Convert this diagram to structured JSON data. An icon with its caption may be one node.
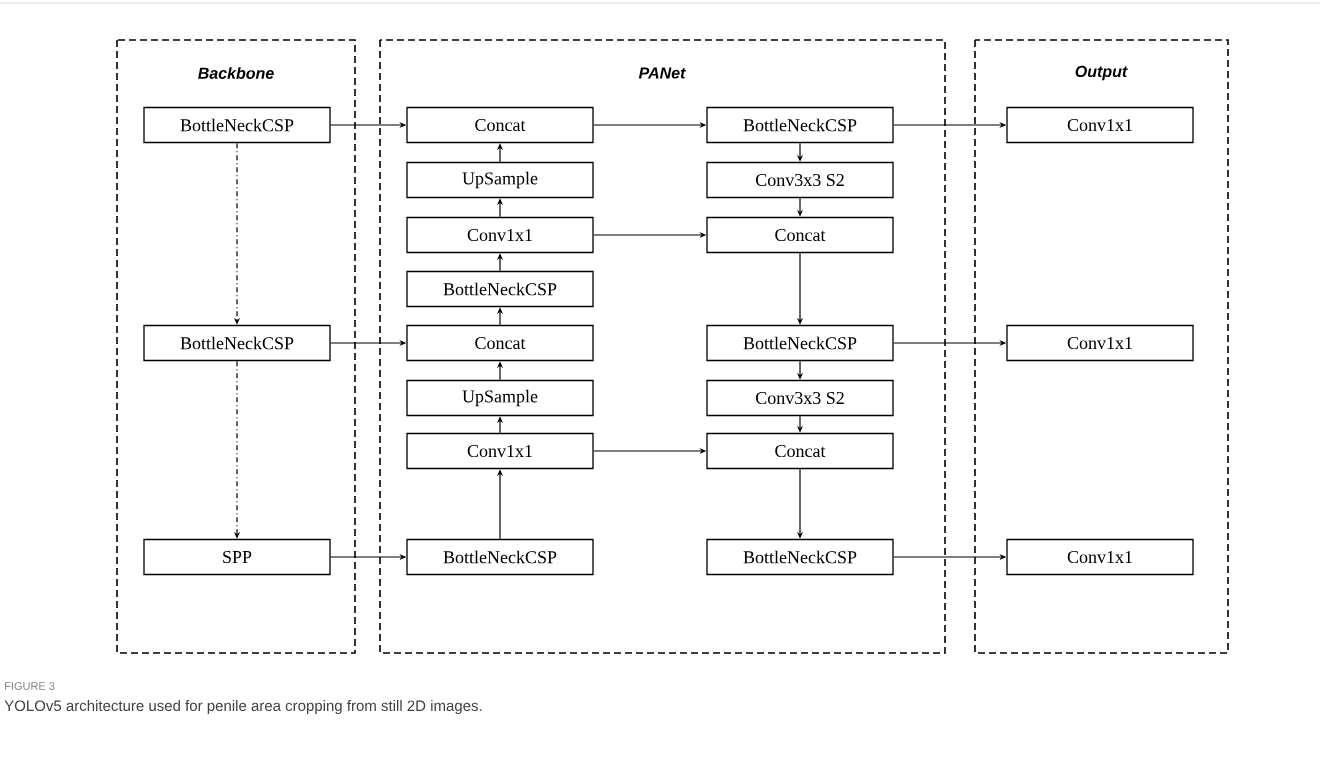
{
  "diagram": {
    "caption": "YOLOv5 architecture used for penile area cropping from still 2D images.",
    "nodes": [
      {
        "text": [
          "Backbone"
        ]
      },
      {
        "text": [
          "BottleNeckCSP"
        ],
        "in": 0
      },
      {
        "text": [
          "BottleNeckCSP"
        ],
        "in": 0
      },
      {
        "text": [
          "SPP"
        ],
        "in": 0
      },
      {
        "text": [
          "PANet"
        ]
      },
      {
        "text": [
          "Concat"
        ],
        "in": 4
      },
      {
        "text": [
          "UpSample"
        ],
        "in": 4
      },
      {
        "text": [
          "Conv1x1"
        ],
        "in": 4
      },
      {
        "text": [
          "BottleNeckCSP"
        ],
        "in": 4
      },
      {
        "text": [
          "Concat"
        ],
        "in": 4
      },
      {
        "text": [
          "UpSample"
        ],
        "in": 4
      },
      {
        "text": [
          "Conv1x1"
        ],
        "in": 4
      },
      {
        "text": [
          "BottleNeckCSP"
        ],
        "in": 4
      },
      {
        "text": [
          "BottleNeckCSP"
        ],
        "in": 4
      },
      {
        "text": [
          "Conv3x3 S2"
        ],
        "in": 4
      },
      {
        "text": [
          "Concat"
        ],
        "in": 4
      },
      {
        "text": [
          "BottleNeckCSP"
        ],
        "in": 4
      },
      {
        "text": [
          "Conv3x3 S2"
        ],
        "in": 4
      },
      {
        "text": [
          "Concat"
        ],
        "in": 4
      },
      {
        "text": [
          "BottleNeckCSP"
        ],
        "in": 4
      },
      {
        "text": [
          "Output"
        ]
      },
      {
        "text": [
          "Conv1x1"
        ],
        "in": 20
      },
      {
        "text": [
          "Conv1x1"
        ],
        "in": 20
      },
      {
        "text": [
          "Conv1x1"
        ],
        "in": 20
      }
    ],
    "edges": [
      {
        "from": 1,
        "to": 5,
        "arrow": "to"
      },
      {
        "from": 1,
        "to": 2,
        "arrow": "to",
        "style": "dashed"
      },
      {
        "from": 2,
        "to": 3,
        "arrow": "to",
        "style": "dashed"
      },
      {
        "from": 2,
        "to": 9,
        "arrow": "to"
      },
      {
        "from": 3,
        "to": 12,
        "arrow": "to"
      },
      {
        "from": 12,
        "to": 11,
        "arrow": "to"
      },
      {
        "from": 11,
        "to": 10,
        "arrow": "to"
      },
      {
        "from": 10,
        "to": 9,
        "arrow": "to"
      },
      {
        "from": 9,
        "to": 8,
        "arrow": "to"
      },
      {
        "from": 8,
        "to": 7,
        "arrow": "to"
      },
      {
        "from": 7,
        "to": 6,
        "arrow": "to"
      },
      {
        "from": 6,
        "to": 5,
        "arrow": "to"
      },
      {
        "from": 5,
        "to": 13,
        "arrow": "to"
      },
      {
        "from": 13,
        "to": 14,
        "arrow": "to"
      },
      {
        "from": 14,
        "to": 15,
        "arrow": "to"
      },
      {
        "from": 7,
        "to": 15,
        "arrow": "to"
      },
      {
        "from": 15,
        "to": 16,
        "arrow": "to"
      },
      {
        "from": 16,
        "to": 17,
        "arrow": "to"
      },
      {
        "from": 17,
        "to": 18,
        "arrow": "to"
      },
      {
        "from": 11,
        "to": 18,
        "arrow": "to"
      },
      {
        "from": 18,
        "to": 19,
        "arrow": "to"
      },
      {
        "from": 13,
        "to": 21,
        "arrow": "to"
      },
      {
        "from": 16,
        "to": 22,
        "arrow": "to"
      },
      {
        "from": 19,
        "to": 23,
        "arrow": "to"
      }
    ],
    "labels": [
      "FIGURE 3"
    ]
  }
}
